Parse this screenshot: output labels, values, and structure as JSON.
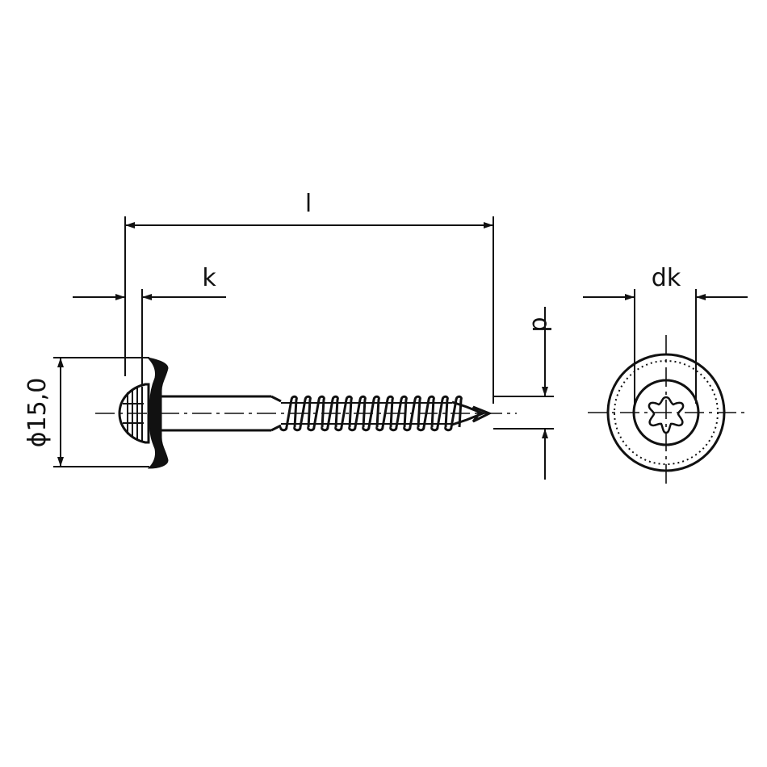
{
  "drawing": {
    "labels": {
      "length": "l",
      "head_height": "k",
      "washer_diameter": "ϕ15,0",
      "thread_diameter": "d",
      "head_diameter": "dk"
    },
    "colors": {
      "line": "#111111",
      "background": "#ffffff"
    }
  }
}
